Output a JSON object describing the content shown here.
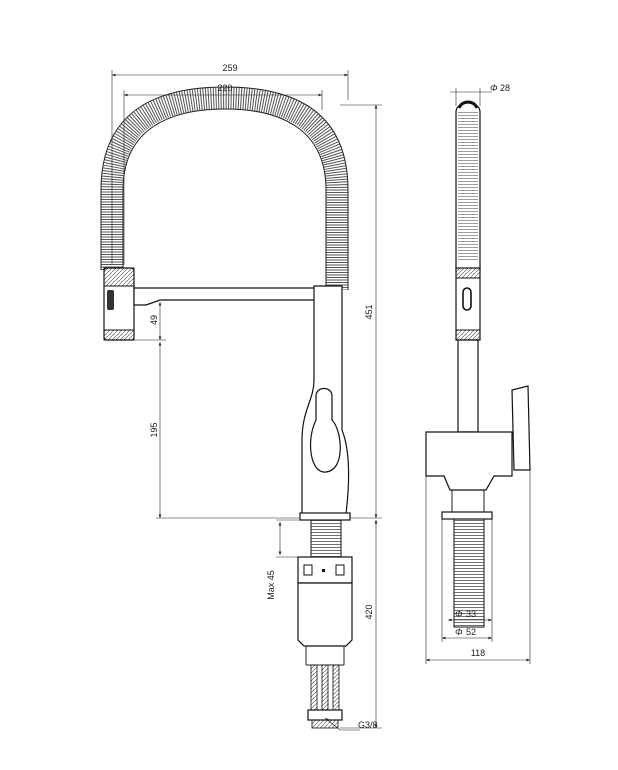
{
  "front_view": {
    "overall_width": "259",
    "spout_reach": "220",
    "total_height": "451",
    "head_offset": "49",
    "spout_clearance": "195",
    "max_deck": "Max 45",
    "hose_length": "420",
    "thread": "G3/8"
  },
  "side_view": {
    "hose_diameter": "28",
    "shank_diameter": "33",
    "base_diameter": "52",
    "depth": "118",
    "phi_symbol": "Φ"
  }
}
